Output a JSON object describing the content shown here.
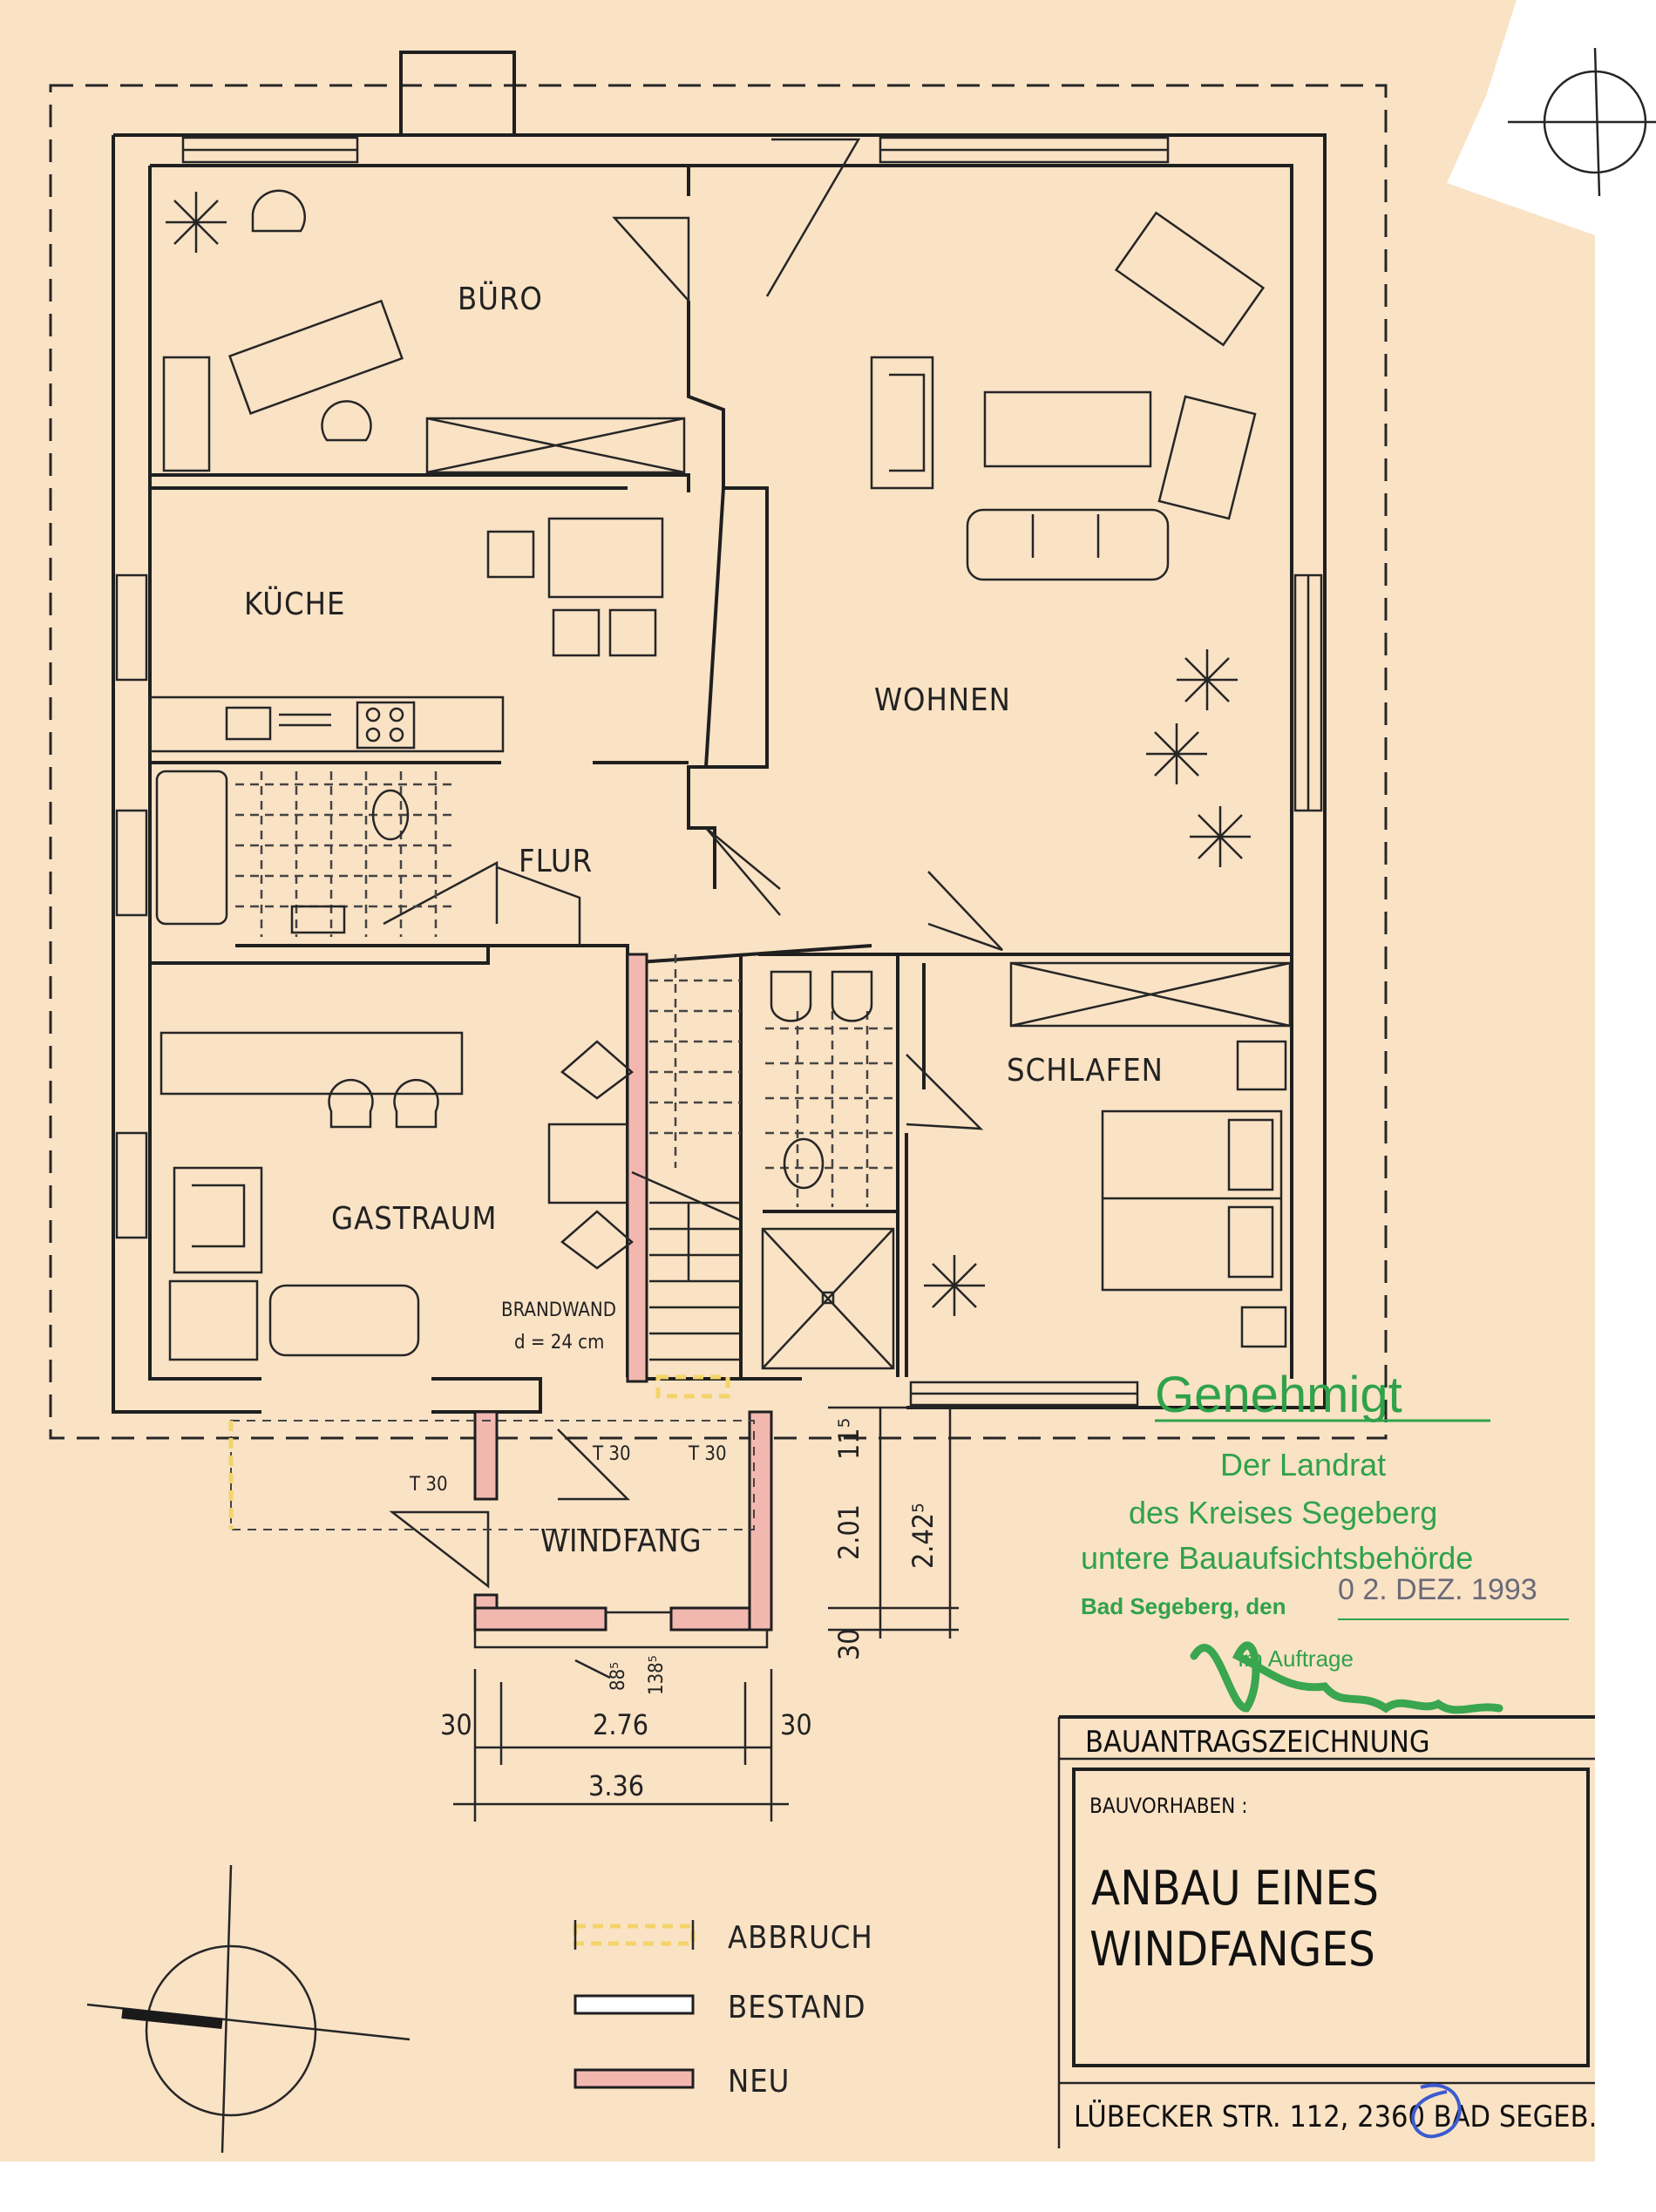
{
  "rooms": {
    "buero": "BÜRO",
    "kueche": "KÜCHE",
    "wohnen": "WOHNEN",
    "flur": "FLUR",
    "schlafen": "SCHLAFEN",
    "gastraum": "GASTRAUM",
    "windfang": "WINDFANG"
  },
  "annotations": {
    "brandwand": "BRANDWAND",
    "brandwand_d": "d = 24 cm",
    "t30_left": "T 30",
    "t30_mid": "T 30",
    "t30_right": "T 30"
  },
  "dimensions": {
    "d_30_left": "30",
    "d_276": "2.76",
    "d_30_right": "30",
    "d_336": "3.36",
    "v_201": "2.01",
    "v_2425": "2.42⁵",
    "v_115": "11⁵",
    "v_30": "30",
    "s_885": "88⁵",
    "s_1385": "138⁵"
  },
  "legend": {
    "abbruch": "ABBRUCH",
    "bestand": "BESTAND",
    "neu": "NEU",
    "colors": {
      "abbruch": "#f3d46a",
      "bestand": "#ffffff",
      "neu": "#f2b8b0"
    }
  },
  "stamp": {
    "title": "Genehmigt",
    "line1": "Der Landrat",
    "line2": "des Kreises Segeberg",
    "line3": "untere Bauaufsichtsbehörde",
    "place": "Bad Segeberg, den",
    "date": "0 2. DEZ. 1993",
    "auftrag": "Im Auftrage",
    "color": "#2fa24a"
  },
  "titleblock": {
    "header": "BAUANTRAGSZEICHNUNG",
    "label": "BAUVORHABEN :",
    "project_line1": "ANBAU EINES",
    "project_line2": "WINDFANGES",
    "address": "LÜBECKER STR. 112, 2360 BAD SEGEB."
  }
}
